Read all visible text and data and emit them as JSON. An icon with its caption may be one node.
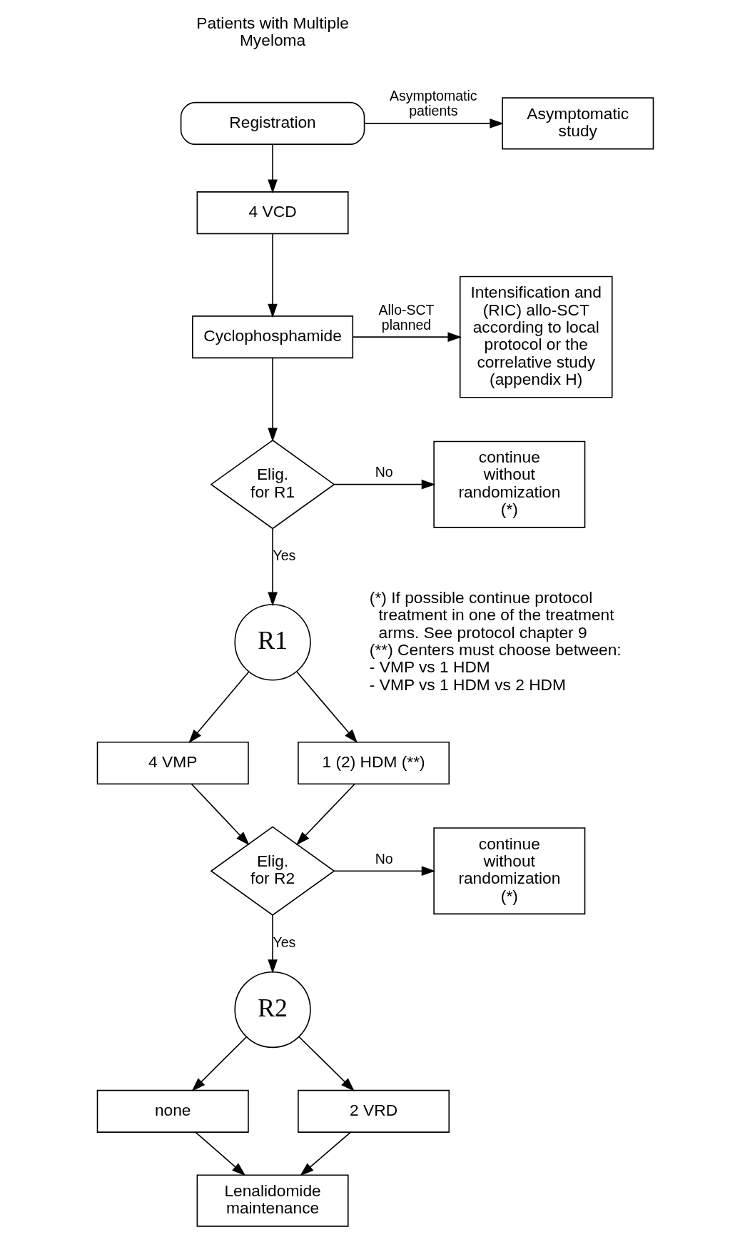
{
  "diagram": {
    "nodes": [
      {
        "text": [
          "Registration"
        ],
        "beside": [
          "Patients with Multiple Myeloma"
        ]
      },
      {
        "text": [
          "Asymptomatic study"
        ]
      },
      {
        "text": [
          "4 VCD"
        ]
      },
      {
        "text": [
          "Cyclophosphamide"
        ]
      },
      {
        "text": [
          "Intensification and (RIC) allo-SCT according to local protocol or the correlative study (appendix H)"
        ]
      },
      {
        "text": [
          "Elig. for R1"
        ]
      },
      {
        "text": [
          "continue without randomization (*)"
        ]
      },
      {
        "text": [
          "R1"
        ]
      },
      {
        "text": [
          "4 VMP"
        ]
      },
      {
        "text": [
          "1 (2) HDM (**)"
        ]
      },
      {
        "text": [
          "Elig. for R2"
        ]
      },
      {
        "text": [
          "continue without randomization (*)"
        ]
      },
      {
        "text": [
          "R2"
        ]
      },
      {
        "text": [
          "none"
        ]
      },
      {
        "text": [
          "2 VRD"
        ]
      },
      {
        "text": [
          "Lenalidomide maintenance"
        ]
      }
    ],
    "edges": [
      {
        "from": 0,
        "to": 1,
        "arrow": "to",
        "label": "Asymptomatic patients"
      },
      {
        "from": 0,
        "to": 2,
        "arrow": "to"
      },
      {
        "from": 2,
        "to": 3,
        "arrow": "to"
      },
      {
        "from": 3,
        "to": 4,
        "arrow": "to",
        "label": "Allo-SCT planned"
      },
      {
        "from": 3,
        "to": 5,
        "arrow": "to"
      },
      {
        "from": 5,
        "to": 6,
        "arrow": "to",
        "label": "No"
      },
      {
        "from": 5,
        "to": 7,
        "arrow": "to",
        "label": "Yes"
      },
      {
        "from": 7,
        "to": 8,
        "arrow": "to"
      },
      {
        "from": 7,
        "to": 9,
        "arrow": "to"
      },
      {
        "from": 8,
        "to": 10,
        "arrow": "to"
      },
      {
        "from": 9,
        "to": 10,
        "arrow": "to"
      },
      {
        "from": 10,
        "to": 11,
        "arrow": "to",
        "label": "No"
      },
      {
        "from": 10,
        "to": 12,
        "arrow": "to",
        "label": "Yes"
      },
      {
        "from": 12,
        "to": 13,
        "arrow": "to"
      },
      {
        "from": 12,
        "to": 14,
        "arrow": "to"
      },
      {
        "from": 13,
        "to": 15,
        "arrow": "to"
      },
      {
        "from": 14,
        "to": 15,
        "arrow": "to"
      }
    ],
    "labels": [
      "(*) If possible continue protocol treatment in one of the treatment arms. See protocol chapter 9",
      "(**) Centers must choose between:",
      "- VMP vs 1 HDM",
      "- VMP vs 1 HDM vs 2 HDM"
    ]
  }
}
